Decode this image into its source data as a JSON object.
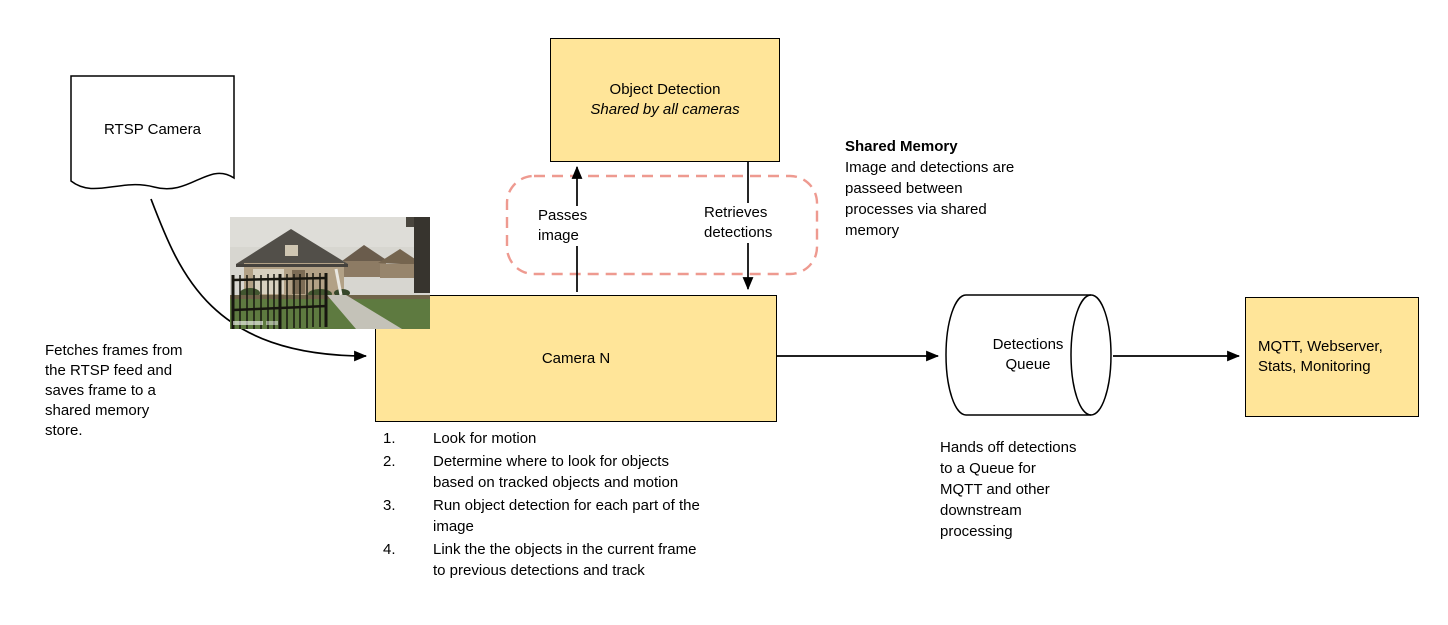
{
  "colors": {
    "node_fill": "#FFE599",
    "node_stroke": "#000000",
    "shared_memory_region_stroke": "#EE9A90",
    "edge_stroke": "#000000",
    "background": "#FFFFFF"
  },
  "nodes": {
    "rtsp_camera": {
      "label": "RTSP Camera"
    },
    "object_detection": {
      "title": "Object Detection",
      "subtitle": "Shared by all cameras"
    },
    "camera_n": {
      "label": "Camera N"
    },
    "detections_queue": {
      "label": "Detections\nQueue"
    },
    "mqtt": {
      "label": "MQTT, Webserver,\nStats, Monitoring"
    }
  },
  "edge_labels": {
    "passes_image": "Passes\nimage",
    "retrieves_detections": "Retrieves\ndetections"
  },
  "notes": {
    "fetches_frames": "Fetches frames from\nthe RTSP feed and\nsaves frame to a\nshared memory\nstore.",
    "shared_memory_title": "Shared Memory",
    "shared_memory_body": "Image and detections are\npasseed between\nprocesses via shared\nmemory",
    "hands_off": "Hands off detections\nto a Queue for\nMQTT and other\ndownstream\nprocessing"
  },
  "camera_steps": [
    {
      "num": "1.",
      "text": "Look for motion"
    },
    {
      "num": "2.",
      "text": "Determine where to look for objects\nbased on tracked objects and motion"
    },
    {
      "num": "3.",
      "text": "Run object detection for each part of the\nimage"
    },
    {
      "num": "4.",
      "text": "Link the the objects in the current frame\nto previous detections and track"
    }
  ]
}
